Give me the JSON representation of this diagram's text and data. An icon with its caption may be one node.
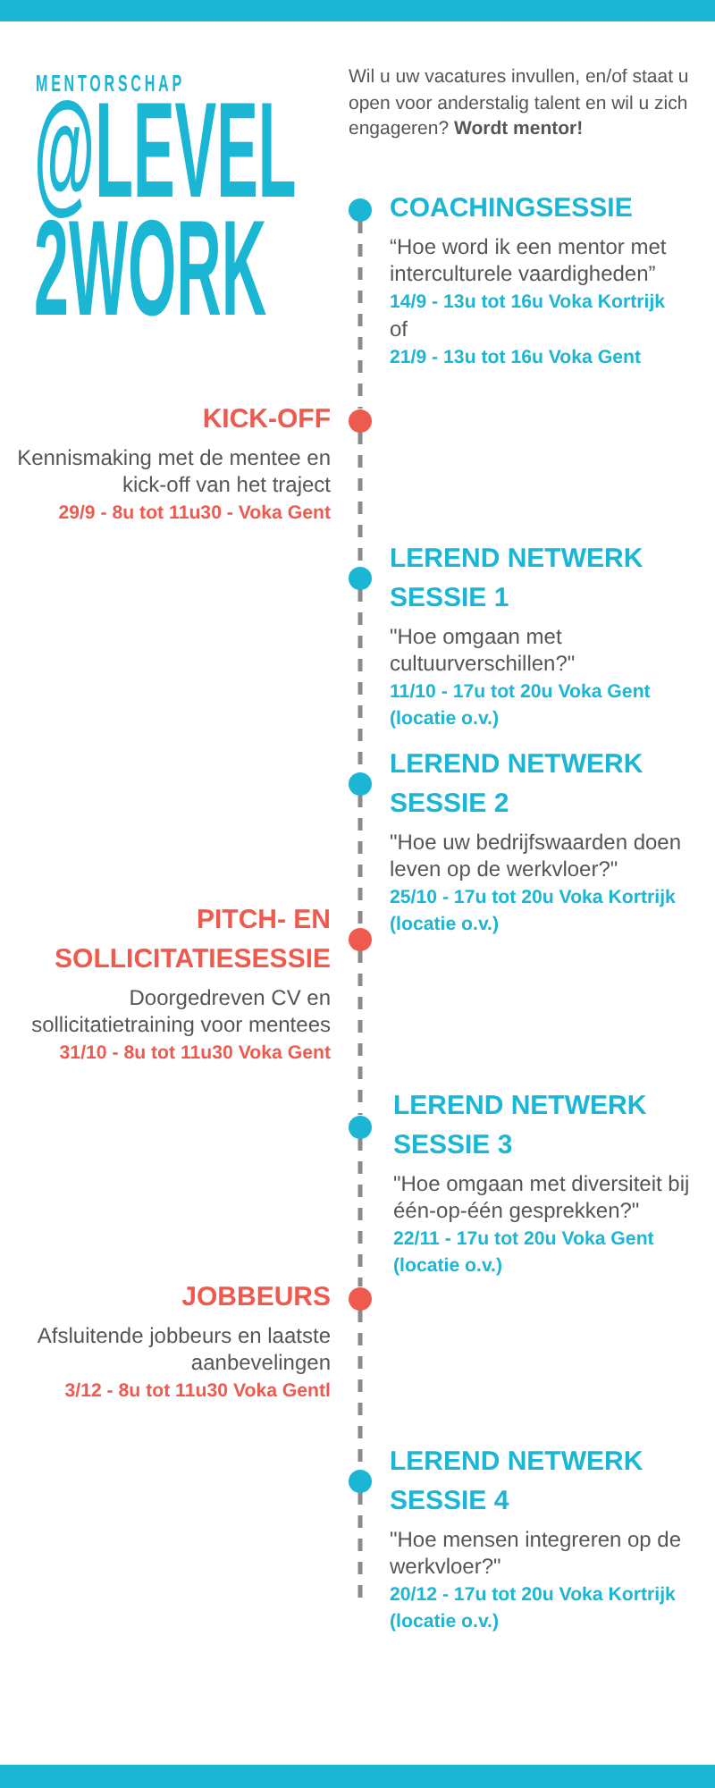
{
  "diagram": {
    "title": "@LEVEL 2WORK",
    "nodes": [
      {
        "text": [],
        "shape": "circle",
        "beside": [
          "COACHINGSESSIE",
          "“Hoe word ik een mentor met interculturele vaardigheden”",
          "14/9 - 13u tot 16u Voka Kortrijk",
          "of",
          "21/9 - 13u tot 16u Voka Gent"
        ]
      },
      {
        "text": [],
        "shape": "circle",
        "beside": [
          "KICK-OFF",
          "Kennismaking met de mentee en kick-off van het traject",
          "29/9 - 8u tot 11u30 - Voka Gent"
        ]
      },
      {
        "text": [],
        "shape": "circle",
        "beside": [
          "LEREND NETWERK SESSIE 1",
          "\"Hoe omgaan met cultuurverschillen?\"",
          "11/10 - 17u tot 20u Voka Gent (locatie o.v.)"
        ]
      },
      {
        "text": [],
        "shape": "circle",
        "beside": [
          "LEREND NETWERK SESSIE 2",
          "\"Hoe uw bedrijfswaarden doen leven op de werkvloer?\"",
          "25/10 - 17u tot 20u Voka Kortrijk (locatie o.v.)"
        ]
      },
      {
        "text": [],
        "shape": "circle",
        "beside": [
          "PITCH- EN SOLLICITATIESESSIE",
          "Doorgedreven CV en sollicitatietraining voor mentees",
          "31/10 - 8u tot 11u30 Voka Gent"
        ]
      },
      {
        "text": [],
        "shape": "circle",
        "beside": [
          "LEREND NETWERK SESSIE 3",
          "\"Hoe omgaan met diversiteit bij één-op-één gesprekken?\"",
          "22/11 - 17u tot 20u Voka Gent (locatie o.v.)"
        ]
      },
      {
        "text": [],
        "shape": "circle",
        "beside": [
          "JOBBEURS",
          "Afsluitende jobbeurs en laatste aanbevelingen",
          "3/12 - 8u tot 11u30 Voka Gentl"
        ]
      },
      {
        "text": [],
        "shape": "circle",
        "beside": [
          "LEREND NETWERK SESSIE 4",
          "\"Hoe mensen integreren op de werkvloer?\"",
          "20/12 - 17u tot 20u Voka Kortrijk (locatie o.v.)"
        ]
      }
    ],
    "edges": [
      {
        "from": 0,
        "to": 1,
        "arrow": "none",
        "style": "dashed"
      },
      {
        "from": 1,
        "to": 2,
        "arrow": "none",
        "style": "dashed"
      },
      {
        "from": 2,
        "to": 3,
        "arrow": "none",
        "style": "dashed"
      },
      {
        "from": 3,
        "to": 4,
        "arrow": "none",
        "style": "dashed"
      },
      {
        "from": 4,
        "to": 5,
        "arrow": "none",
        "style": "dashed"
      },
      {
        "from": 5,
        "to": 6,
        "arrow": "none",
        "style": "dashed"
      },
      {
        "from": 6,
        "to": 7,
        "arrow": "none",
        "style": "dashed"
      },
      {
        "from": 7,
        "to": null,
        "arrow": "none",
        "style": "dashed"
      }
    ],
    "labels": [
      "MENTORSCHAP",
      "Wil u uw vacatures invullen, en/of staat u open voor anderstalig talent en wil u zich engageren? **Wordt mentor!**"
    ]
  }
}
